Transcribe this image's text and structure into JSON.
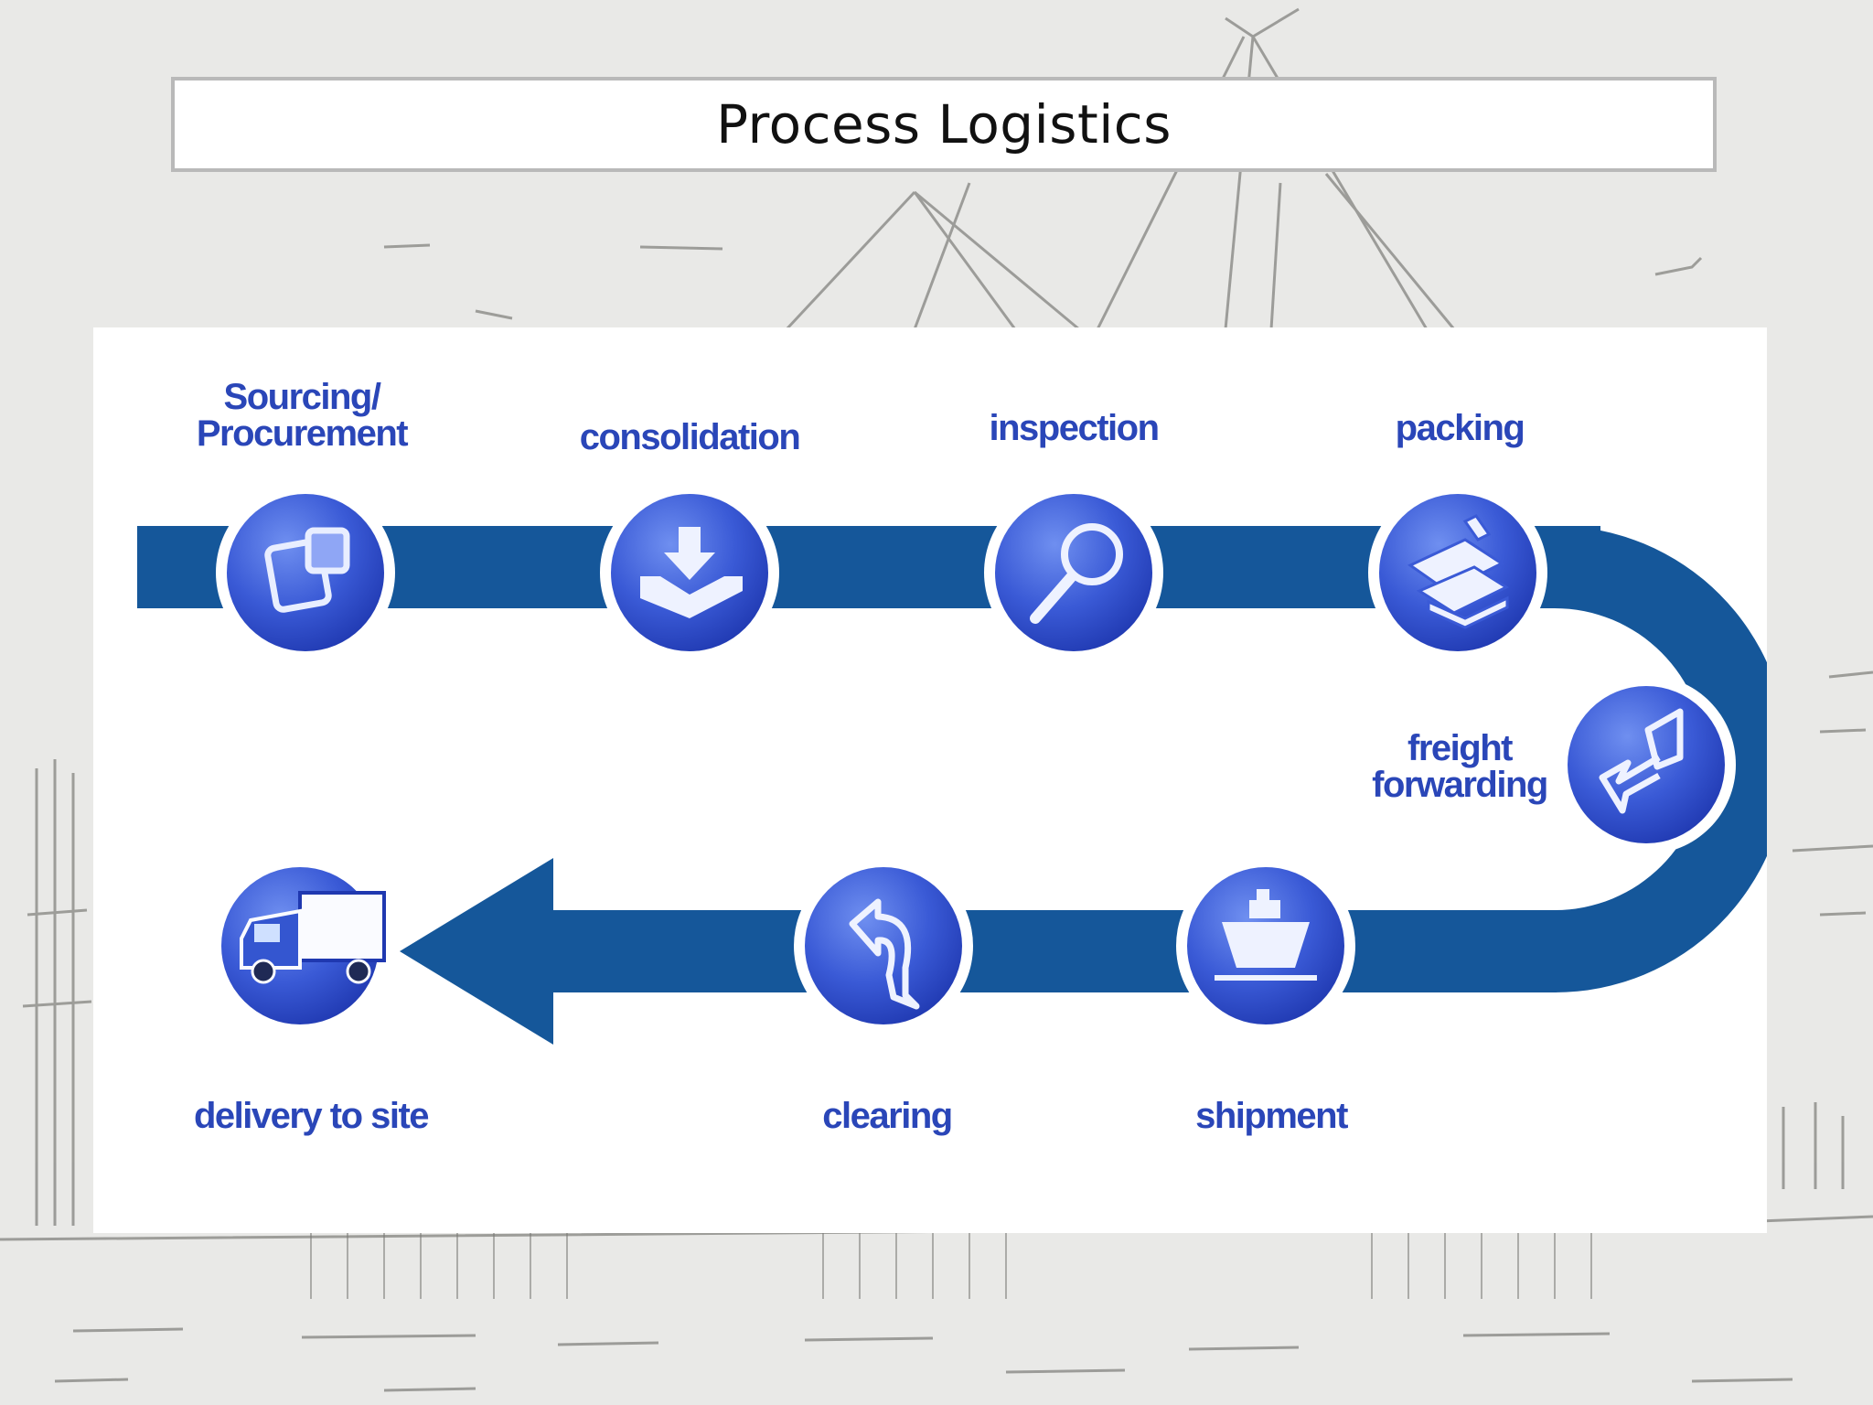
{
  "title": "Process Logistics",
  "colors": {
    "band": "#15579a",
    "circle": "#3456d0",
    "label": "#2a46b8",
    "background": "#e9e9e7"
  },
  "steps": [
    {
      "label_line1": "Sourcing/",
      "label_line2": "Procurement",
      "icon": "devices-icon"
    },
    {
      "label": "consolidation",
      "icon": "download-tray-icon"
    },
    {
      "label": "inspection",
      "icon": "magnifier-icon"
    },
    {
      "label": "packing",
      "icon": "boxes-icon"
    },
    {
      "label_line1": "freight",
      "label_line2": "forwarding",
      "icon": "exchange-arrows-icon"
    },
    {
      "label": "shipment",
      "icon": "ship-icon"
    },
    {
      "label": "clearing",
      "icon": "return-arrow-icon"
    },
    {
      "label": "delivery to site",
      "icon": "truck-icon"
    }
  ]
}
